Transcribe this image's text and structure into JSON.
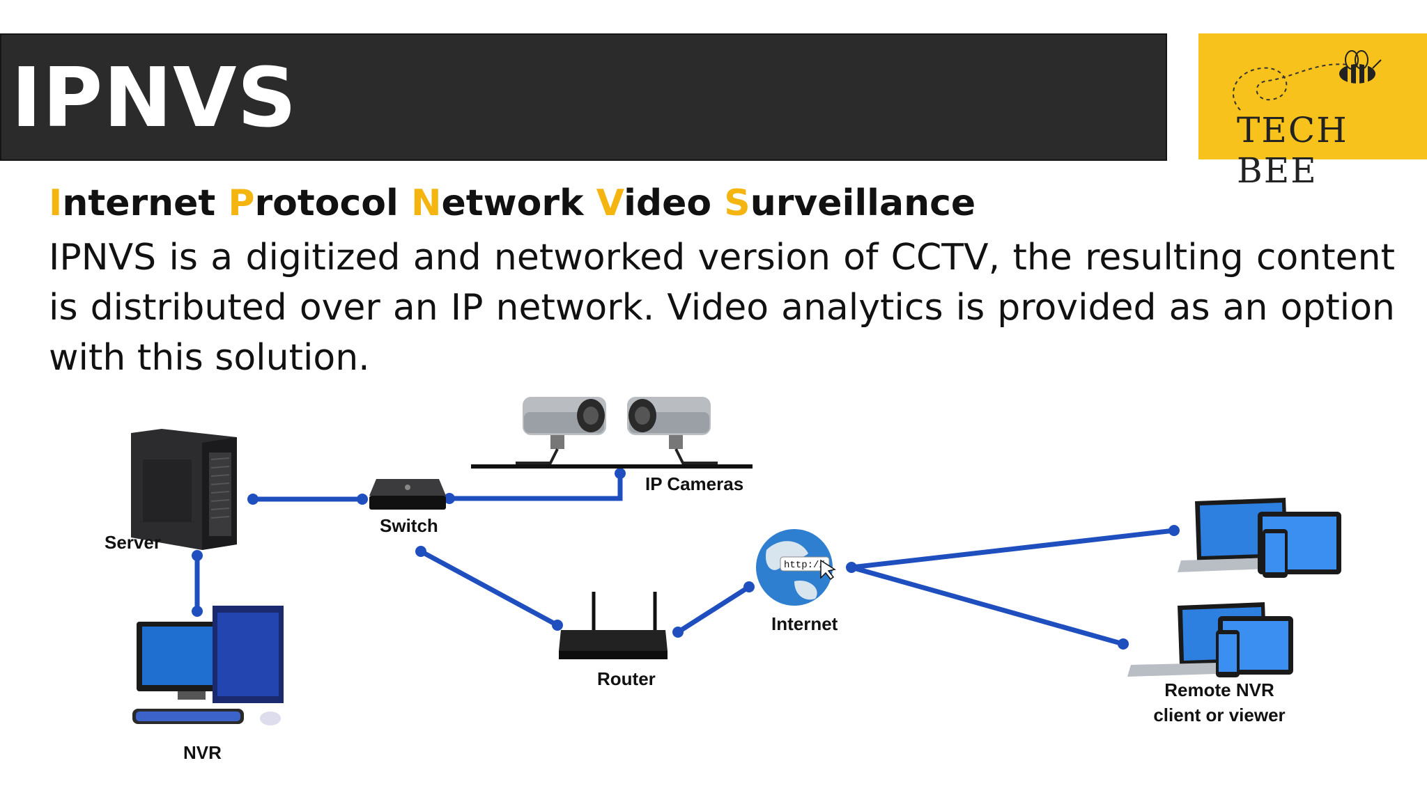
{
  "header": {
    "title": "IPNVS",
    "logo_text": "TECH BEE"
  },
  "subtitle": {
    "words": [
      {
        "initial": "I",
        "rest": "nternet"
      },
      {
        "initial": "P",
        "rest": "rotocol"
      },
      {
        "initial": "N",
        "rest": "etwork"
      },
      {
        "initial": "V",
        "rest": "ideo"
      },
      {
        "initial": "S",
        "rest": "urveillance"
      }
    ],
    "accent_color": "#f4b511"
  },
  "description": "IPNVS is a digitized and networked version of CCTV, the resulting content is distributed over an IP network. Video analytics is provided as an option with this solution.",
  "diagram": {
    "link_color": "#1f4fbf",
    "nodes": {
      "server": "Server",
      "switch": "Switch",
      "ip_cameras": "IP Cameras",
      "nvr": "NVR",
      "router": "Router",
      "internet": "Internet",
      "remote_line1": "Remote NVR",
      "remote_line2": "client or viewer"
    },
    "icons": [
      "server-icon",
      "switch-icon",
      "ip-camera-icon",
      "nvr-computer-icon",
      "router-icon",
      "globe-icon",
      "laptop-tablet-phone-icon"
    ]
  }
}
